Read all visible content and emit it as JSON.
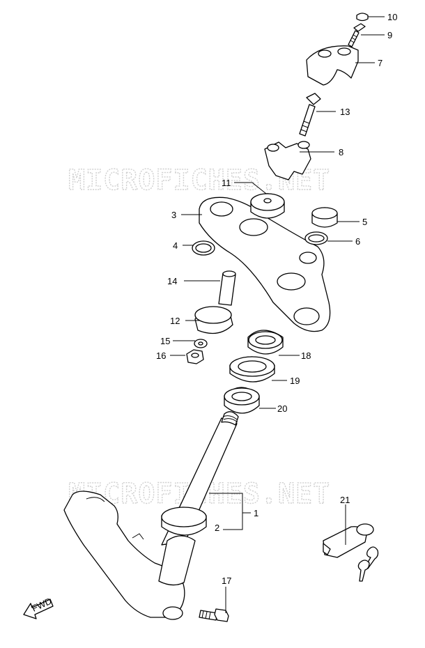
{
  "watermark": "MICROFICHES.NET",
  "fwd_label": "FWD",
  "callouts": [
    {
      "id": "10",
      "label": "10"
    },
    {
      "id": "9",
      "label": "9"
    },
    {
      "id": "7",
      "label": "7"
    },
    {
      "id": "13",
      "label": "13"
    },
    {
      "id": "8",
      "label": "8"
    },
    {
      "id": "11",
      "label": "11"
    },
    {
      "id": "3",
      "label": "3"
    },
    {
      "id": "5",
      "label": "5"
    },
    {
      "id": "6",
      "label": "6"
    },
    {
      "id": "4",
      "label": "4"
    },
    {
      "id": "14",
      "label": "14"
    },
    {
      "id": "12",
      "label": "12"
    },
    {
      "id": "15",
      "label": "15"
    },
    {
      "id": "16",
      "label": "16"
    },
    {
      "id": "18",
      "label": "18"
    },
    {
      "id": "19",
      "label": "19"
    },
    {
      "id": "20",
      "label": "20"
    },
    {
      "id": "1",
      "label": "1"
    },
    {
      "id": "2",
      "label": "2"
    },
    {
      "id": "21",
      "label": "21"
    },
    {
      "id": "17",
      "label": "17"
    }
  ]
}
